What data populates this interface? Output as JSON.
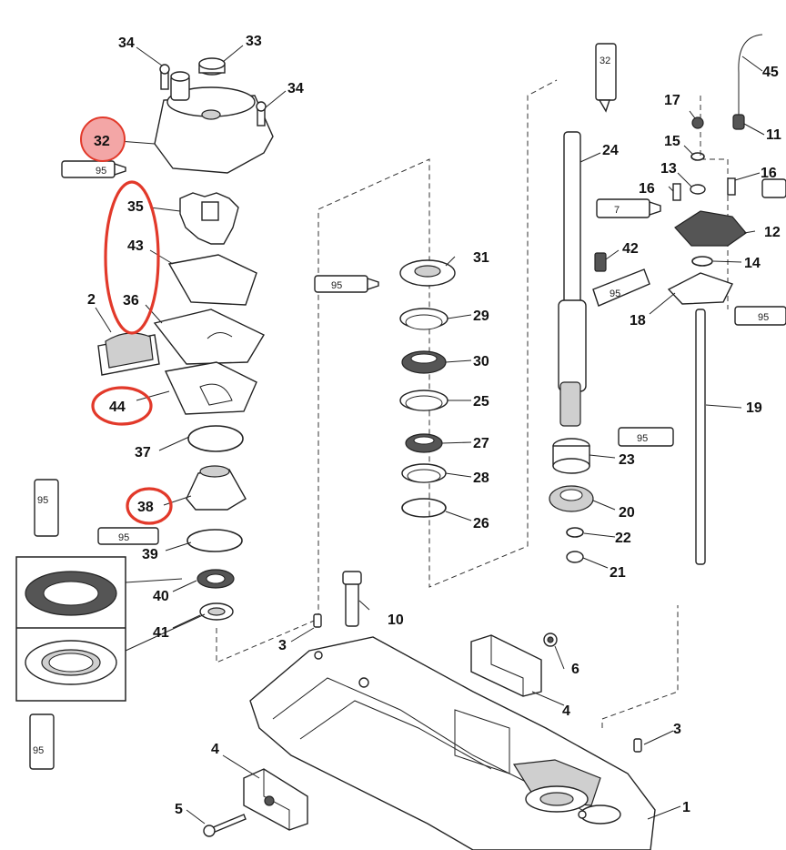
{
  "diagram": {
    "part_numbers": [
      "1",
      "2",
      "3",
      "3",
      "4",
      "4",
      "5",
      "6",
      "10",
      "11",
      "12",
      "13",
      "14",
      "15",
      "16",
      "16",
      "17",
      "18",
      "19",
      "20",
      "21",
      "22",
      "23",
      "24",
      "25",
      "26",
      "27",
      "28",
      "29",
      "30",
      "31",
      "32",
      "33",
      "34",
      "34",
      "35",
      "36",
      "37",
      "38",
      "39",
      "40",
      "41",
      "42",
      "43",
      "44",
      "45"
    ],
    "labels": {
      "p1": "1",
      "p2": "2",
      "p3a": "3",
      "p3b": "3",
      "p4a": "4",
      "p4b": "4",
      "p5": "5",
      "p6": "6",
      "p10": "10",
      "p11": "11",
      "p12": "12",
      "p13": "13",
      "p14": "14",
      "p15": "15",
      "p16a": "16",
      "p16b": "16",
      "p17": "17",
      "p18": "18",
      "p19": "19",
      "p20": "20",
      "p21": "21",
      "p22": "22",
      "p23": "23",
      "p24": "24",
      "p25": "25",
      "p26": "26",
      "p27": "27",
      "p28": "28",
      "p29": "29",
      "p30": "30",
      "p31": "31",
      "p32": "32",
      "p33": "33",
      "p34a": "34",
      "p34b": "34",
      "p35": "35",
      "p36": "36",
      "p37": "37",
      "p38": "38",
      "p39": "39",
      "p40": "40",
      "p41": "41",
      "p42": "42",
      "p43": "43",
      "p44": "44",
      "p45": "45"
    },
    "tubes": {
      "t95a": "95",
      "t95b": "95",
      "t95c": "95",
      "t95d": "95",
      "t95e": "95",
      "t95f": "95",
      "t95g": "95",
      "t95h": "95",
      "t7": "7",
      "t32": "32"
    },
    "highlight_color": "#e2392a",
    "highlight_fill": "#f3a6a6",
    "highlighted_parts": [
      "32",
      "35",
      "43",
      "36",
      "44",
      "38"
    ]
  }
}
